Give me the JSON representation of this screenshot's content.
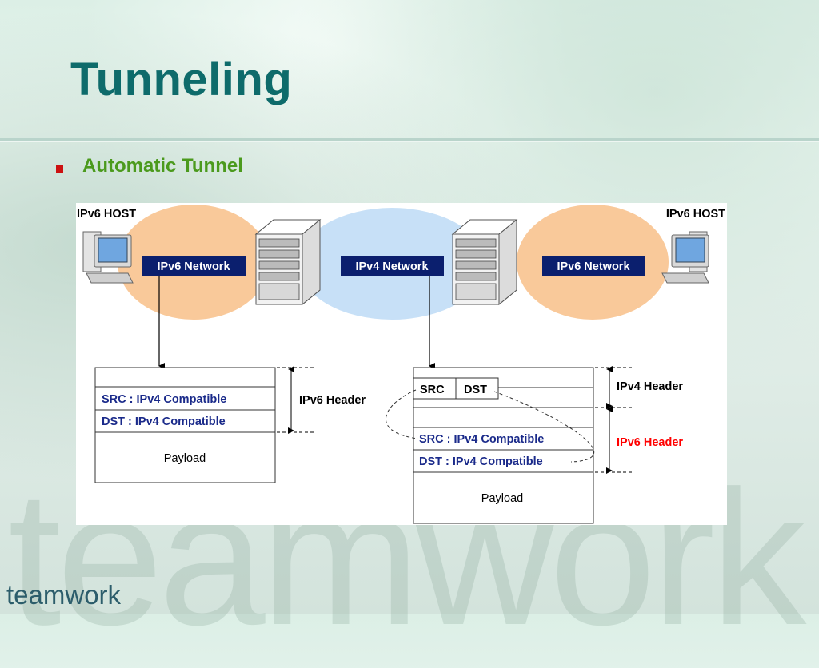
{
  "slide": {
    "title": "Tunneling",
    "bullet": "Automatic Tunnel",
    "logo": "teamwork",
    "watermark": "teamwork"
  },
  "diagram": {
    "host_left": "IPv6 HOST",
    "host_right": "IPv6 HOST",
    "net_left": "IPv6 Network",
    "net_middle": "IPv4 Network",
    "net_right": "IPv6 Network",
    "left_packet": {
      "src": "SRC : IPv4 Compatible",
      "dst": "DST : IPv4 Compatible",
      "payload": "Payload",
      "header_label": "IPv6 Header"
    },
    "right_packet": {
      "outer_src": "SRC",
      "outer_dst": "DST",
      "src": "SRC : IPv4 Compatible",
      "dst": "DST : IPv4 Compatible",
      "payload": "Payload",
      "ipv4_header_label": "IPv4 Header",
      "ipv6_header_label": "IPv6 Header"
    }
  },
  "colors": {
    "title": "#0e6b6b",
    "bullet_text": "#4b9a1d",
    "ipv6_cloud": "#f9c99a",
    "ipv4_cloud": "#c7e0f7",
    "network_label_bg": "#0b1f6e",
    "field_text": "#1a2a8a",
    "ipv6_header_highlight": "#ff0000"
  },
  "icons": [
    "desktop-computer-icon",
    "router-icon"
  ]
}
